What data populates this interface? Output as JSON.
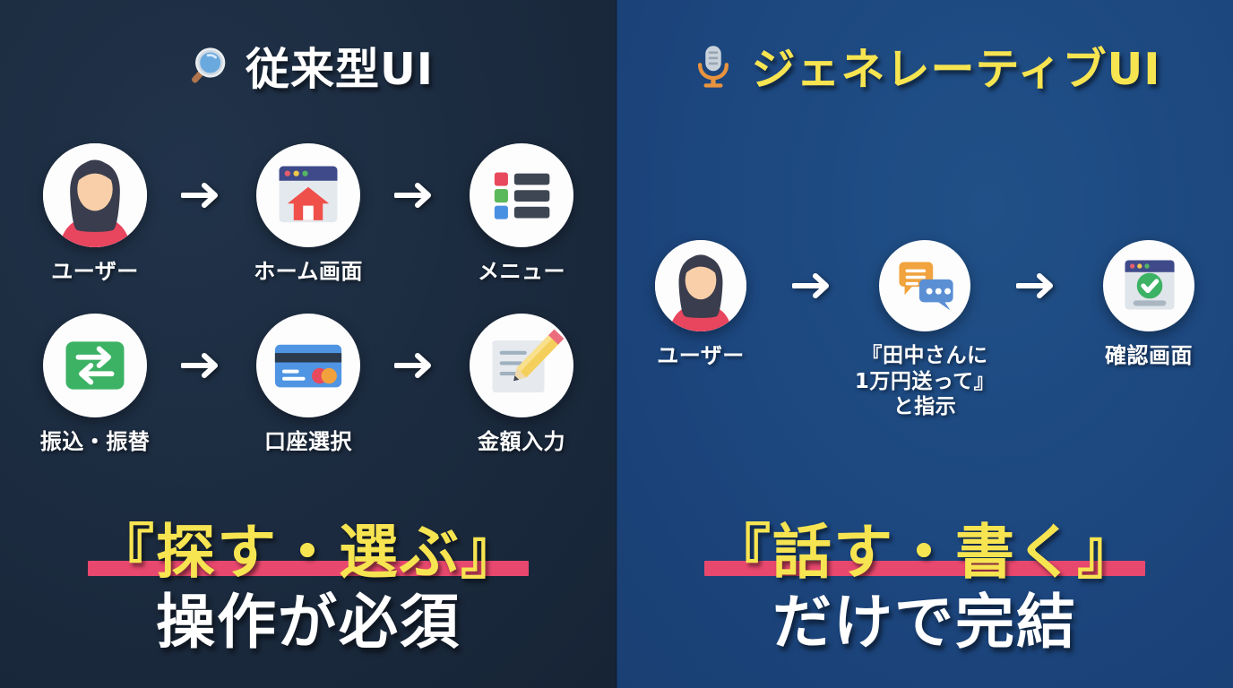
{
  "left": {
    "title": "従来型UI",
    "title_icon": "magnifying-glass-icon",
    "title_color": "#ffffff",
    "background": "#1b2a3e",
    "row1": [
      {
        "label": "ユーザー",
        "icon": "user-avatar-icon"
      },
      {
        "label": "ホーム画面",
        "icon": "browser-home-icon"
      },
      {
        "label": "メニュー",
        "icon": "menu-list-icon"
      }
    ],
    "row2": [
      {
        "label": "振込・振替",
        "icon": "transfer-arrows-icon"
      },
      {
        "label": "口座選択",
        "icon": "credit-card-icon"
      },
      {
        "label": "金額入力",
        "icon": "memo-pencil-icon"
      }
    ],
    "caption_highlight": "『探す・選ぶ』",
    "caption_sub": "操作が必須",
    "highlight_color": "#e8486e",
    "highlight_text_color": "#f7e451"
  },
  "right": {
    "title": "ジェネレーティブUI",
    "title_icon": "microphone-icon",
    "title_color": "#f7e451",
    "background": "#1c467e",
    "row1": [
      {
        "label": "ユーザー",
        "icon": "user-avatar-icon"
      },
      {
        "label": "『田中さんに\n1万円送って』\nと指示",
        "icon": "chat-bubbles-icon"
      },
      {
        "label": "確認画面",
        "icon": "browser-check-icon"
      }
    ],
    "caption_highlight": "『話す・書く』",
    "caption_sub": "だけで完結",
    "highlight_color": "#e8486e",
    "highlight_text_color": "#f7e451"
  },
  "arrow_glyph": "arrow-right-icon"
}
